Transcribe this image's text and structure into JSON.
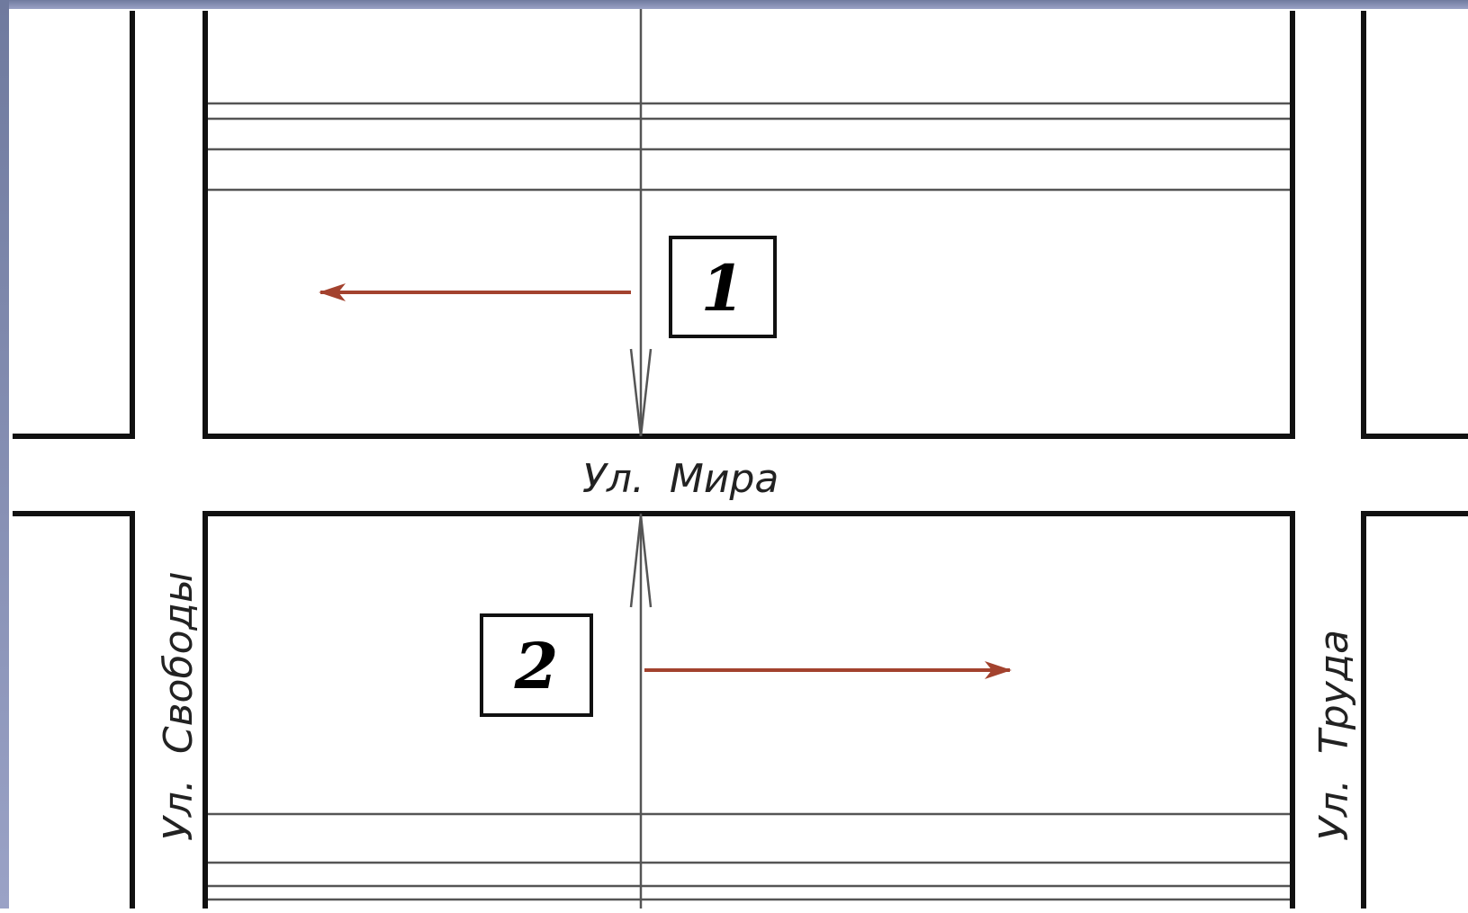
{
  "colors": {
    "frame_gradient_top": "#6f7a9e",
    "frame_gradient_bottom": "#9aa2c6",
    "background": "#ffffff",
    "block_outline": "#111111",
    "thin_line": "#555555",
    "arrow": "#a3422e"
  },
  "streets": {
    "horizontal": "Ул.  Мира",
    "left_vertical": "Ул.  Свободы",
    "right_vertical": "Ул.  Труда"
  },
  "markers": [
    {
      "label": "1",
      "arrow_direction": "left"
    },
    {
      "label": "2",
      "arrow_direction": "right"
    }
  ]
}
